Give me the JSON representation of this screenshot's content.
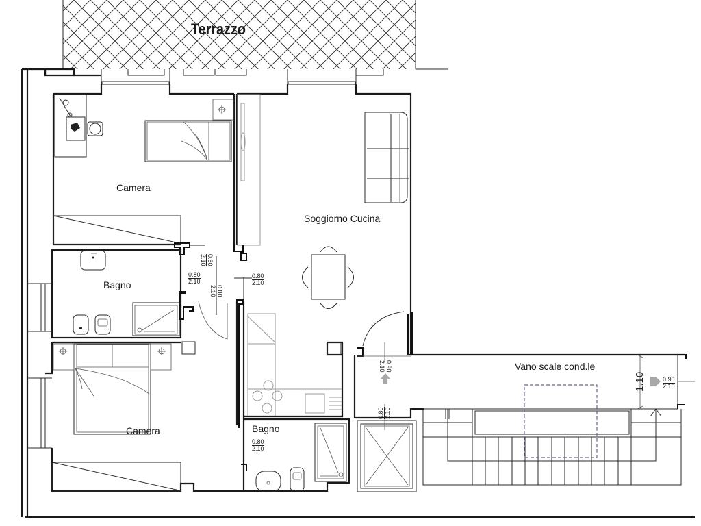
{
  "plan": {
    "terrace_label": "Terrazzo",
    "rooms": [
      {
        "id": "camera-1",
        "label": "Camera"
      },
      {
        "id": "bagno-1",
        "label": "Bagno"
      },
      {
        "id": "soggiorno-cucina",
        "label": "Soggiorno Cucina"
      },
      {
        "id": "camera-2",
        "label": "Camera"
      },
      {
        "id": "bagno-2",
        "label": "Bagno"
      },
      {
        "id": "vano-scale",
        "label": "Vano scale cond.le"
      }
    ],
    "door_dimensions": [
      {
        "id": "door-camera1",
        "width": "0.80",
        "height": "2.10"
      },
      {
        "id": "door-bagno1",
        "width": "0.80",
        "height": "2.10"
      },
      {
        "id": "door-hall",
        "width": "0.80",
        "height": "2.10"
      },
      {
        "id": "door-camera2",
        "width": "0.80",
        "height": "2.10"
      },
      {
        "id": "door-bagno2",
        "width": "0.80",
        "height": "2.10"
      },
      {
        "id": "door-entry",
        "width": "0.90",
        "height": "2.10"
      },
      {
        "id": "door-closet",
        "width": "0.80",
        "height": "2.10"
      },
      {
        "id": "door-stair",
        "width": "0.90",
        "height": "2.10"
      }
    ],
    "stair_dimension": "1.10",
    "colors": {
      "line": "#1a1a1a",
      "arrow": "#a8a8a8",
      "dashed": "#6a6a8a"
    }
  }
}
